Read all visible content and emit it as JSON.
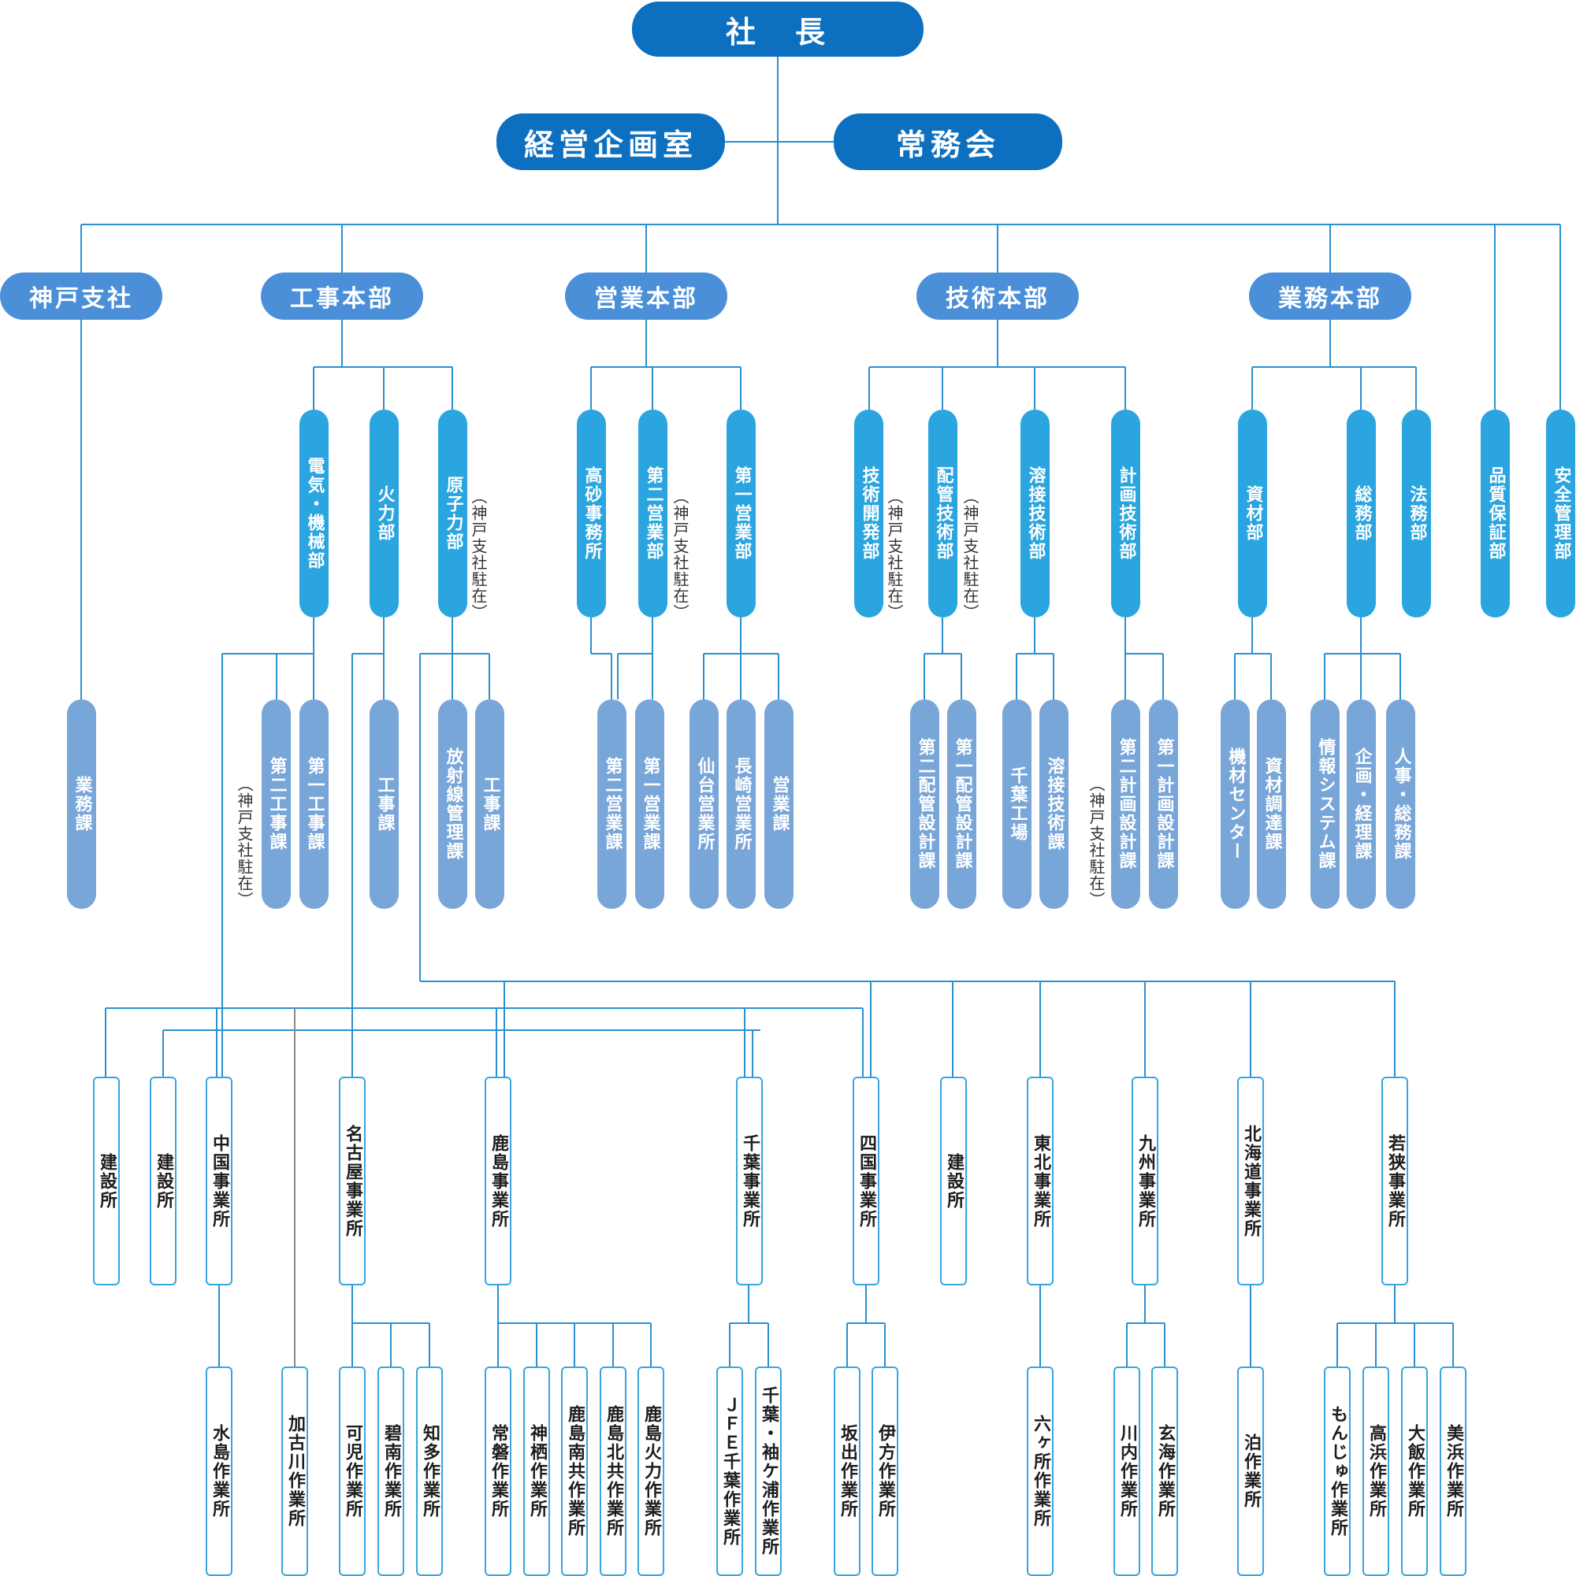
{
  "top": {
    "president": "社　長",
    "planning": "経営企画室",
    "board": "常務会"
  },
  "divisions": {
    "kobe": "神戸支社",
    "construction": "工事本部",
    "sales": "営業本部",
    "technical": "技術本部",
    "business": "業務本部"
  },
  "departments": {
    "electric": "電気・機械部",
    "thermal": "火力部",
    "nuclear": "原子力部",
    "takasago": "高砂事務所",
    "sales2": "第二営業部",
    "sales1": "第一営業部",
    "techdev": "技術開発部",
    "piping": "配管技術部",
    "welding": "溶接技術部",
    "planning_tech": "計画技術部",
    "materials": "資材部",
    "general": "総務部",
    "legal": "法務部",
    "quality": "品質保証部",
    "safety": "安全管理部"
  },
  "notes": {
    "kobe_stationed": "（神戸支社駐在）"
  },
  "sections": {
    "kobe_business": "業務課",
    "const2": "第二工事課",
    "const1": "第一工事課",
    "thermal_const": "工事課",
    "radiation": "放射線管理課",
    "nuclear_const": "工事課",
    "sales_sec2": "第二営業課",
    "sales_sec1": "第一営業課",
    "sendai": "仙台営業所",
    "nagasaki": "長崎営業所",
    "eigyo": "営業課",
    "piping2": "第二配管設計課",
    "piping1": "第一配管設計課",
    "chiba_plant": "千葉工場",
    "welding_sec": "溶接技術課",
    "plan2": "第二計画設計課",
    "plan1": "第一計画設計課",
    "equip_center": "機材センター",
    "procurement": "資材調達課",
    "info_sys": "情報システム課",
    "planning_acct": "企画・経理課",
    "hr": "人事・総務課"
  },
  "offices": {
    "kensetsu1": "建設所",
    "kensetsu2": "建設所",
    "chugoku": "中国事業所",
    "nagoya": "名古屋事業所",
    "kashima": "鹿島事業所",
    "chiba": "千葉事業所",
    "shikoku": "四国事業所",
    "kensetsu3": "建設所",
    "tohoku": "東北事業所",
    "kyushu": "九州事業所",
    "hokkaido": "北海道事業所",
    "wakasa": "若狭事業所"
  },
  "sites": {
    "mizushima": "水島作業所",
    "kakogawa": "加古川作業所",
    "kani": "可児作業所",
    "hekinan": "碧南作業所",
    "chita": "知多作業所",
    "joban": "常磐作業所",
    "kamisu": "神栖作業所",
    "kashima_nankyo": "鹿島南共作業所",
    "kashima_hokkyo": "鹿島北共作業所",
    "kashima_karyoku": "鹿島火力作業所",
    "jfe_chiba": "ＪＦＥ千葉作業所",
    "chiba_sodegaura": "千葉・袖ケ浦作業所",
    "sakaide": "坂出作業所",
    "ikata": "伊方作業所",
    "rokkasho": "六ヶ所作業所",
    "sendai_site": "川内作業所",
    "genkai": "玄海作業所",
    "tomari": "泊作業所",
    "monju": "もんじゅ作業所",
    "takahama": "高浜作業所",
    "oi": "大飯作業所",
    "mihama": "美浜作業所"
  },
  "colors": {
    "top": "#0d6fbf",
    "division": "#4a8fd8",
    "department": "#2ba5df",
    "section": "#79a6d8",
    "line": "#2c8fd0",
    "gray_line": "#888888"
  }
}
